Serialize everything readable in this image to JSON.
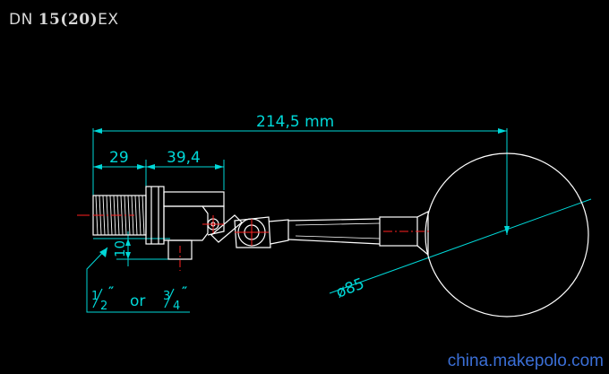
{
  "title": {
    "prefix": "DN",
    "size": "15",
    "alt_size": "(20)",
    "suffix": "EX"
  },
  "dimensions": {
    "overall_length": "214,5 mm",
    "thread_length": "29",
    "body_length": "39,4",
    "height": "10",
    "ball_diameter": "ø85"
  },
  "thread_note": {
    "option_a_num": "1",
    "option_a_den": "2",
    "connector": "or",
    "option_b_num": "3",
    "option_b_den": "4"
  },
  "watermark": "china.makepolo.com",
  "colors": {
    "background": "#000000",
    "outline": "#ffffff",
    "dimension": "#00d8d8",
    "centerline": "#ff2020",
    "watermark": "#3b6fd6"
  }
}
